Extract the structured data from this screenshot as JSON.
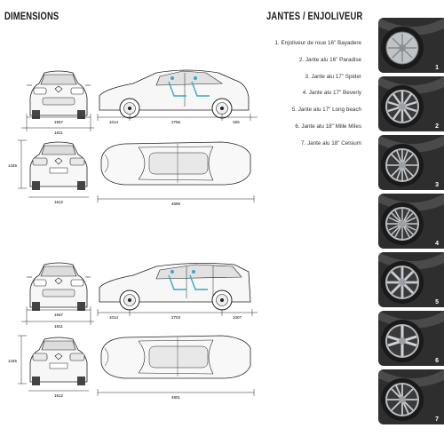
{
  "headings": {
    "dimensions": "DIMENSIONS",
    "wheels": "JANTES / ENJOLIVEUR"
  },
  "wheel_options": [
    {
      "label": "1. Enjoliveur de roue 16\" Bayadere",
      "number": "1"
    },
    {
      "label": "2. Jante alu 16\" Paradise",
      "number": "2"
    },
    {
      "label": "3. Jante alu 17\" Spider",
      "number": "3"
    },
    {
      "label": "4. Jante alu 17\" Beverly",
      "number": "4"
    },
    {
      "label": "5. Jante alu 17\" Long beach",
      "number": "5"
    },
    {
      "label": "6. Jante alu 18\" Mille Miles",
      "number": "6"
    },
    {
      "label": "7. Jante alu 18\" Celsium",
      "number": "7"
    }
  ],
  "hatchback_dims": {
    "front_track": "1557",
    "front_width": "1811",
    "front_overhang": "1014",
    "wheelbase": "2756",
    "rear_overhang": "925",
    "height": "1445",
    "rear_track": "1612",
    "length": "4695"
  },
  "estate_dims": {
    "front_track": "1557",
    "front_width": "1811",
    "front_overhang": "1014",
    "wheelbase": "2703",
    "rear_overhang": "1007",
    "height": "1445",
    "rear_track": "1612",
    "length": "4801"
  },
  "colors": {
    "blueprint_accent": "#3aa6c9",
    "wheel_bg": "#2e2e2e"
  }
}
